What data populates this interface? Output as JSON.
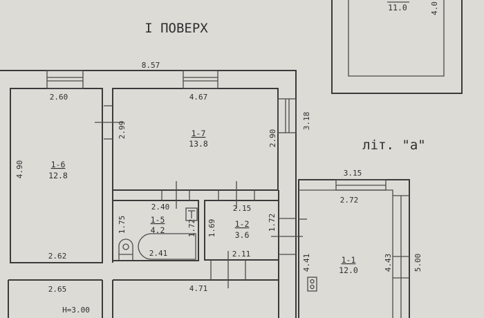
{
  "title": "І ПОВЕРХ",
  "annex_label": "літ. \"а\"",
  "height_note": "H=3.00",
  "overall": {
    "top_length": "8.57",
    "right_wall": "3.18"
  },
  "rooms": {
    "r1_6": {
      "id": "1-6",
      "area": "12.8",
      "top": "2.60",
      "side": "4.90",
      "bottom": "2.62"
    },
    "r1_7": {
      "id": "1-7",
      "area": "13.8",
      "top": "4.67",
      "left": "2.99",
      "right": "2.90"
    },
    "r1_5": {
      "id": "1-5",
      "area": "4.2",
      "top": "2.40",
      "left": "1.75",
      "right": "1.72",
      "bottom": "2.41"
    },
    "r1_2": {
      "id": "1-2",
      "area": "3.6",
      "top": "2.15",
      "left": "1.69",
      "right": "1.72",
      "bottom": "2.11"
    },
    "r1_1": {
      "id": "1-1",
      "area": "12.0",
      "outer_top": "3.15",
      "top": "2.72",
      "left": "4.41",
      "right": "4.43",
      "outer_right": "5.00"
    },
    "lower_left": {
      "top": "2.65"
    },
    "lower_right": {
      "top": "4.71"
    },
    "top_right": {
      "area": "11.0",
      "side": "4.0"
    }
  }
}
